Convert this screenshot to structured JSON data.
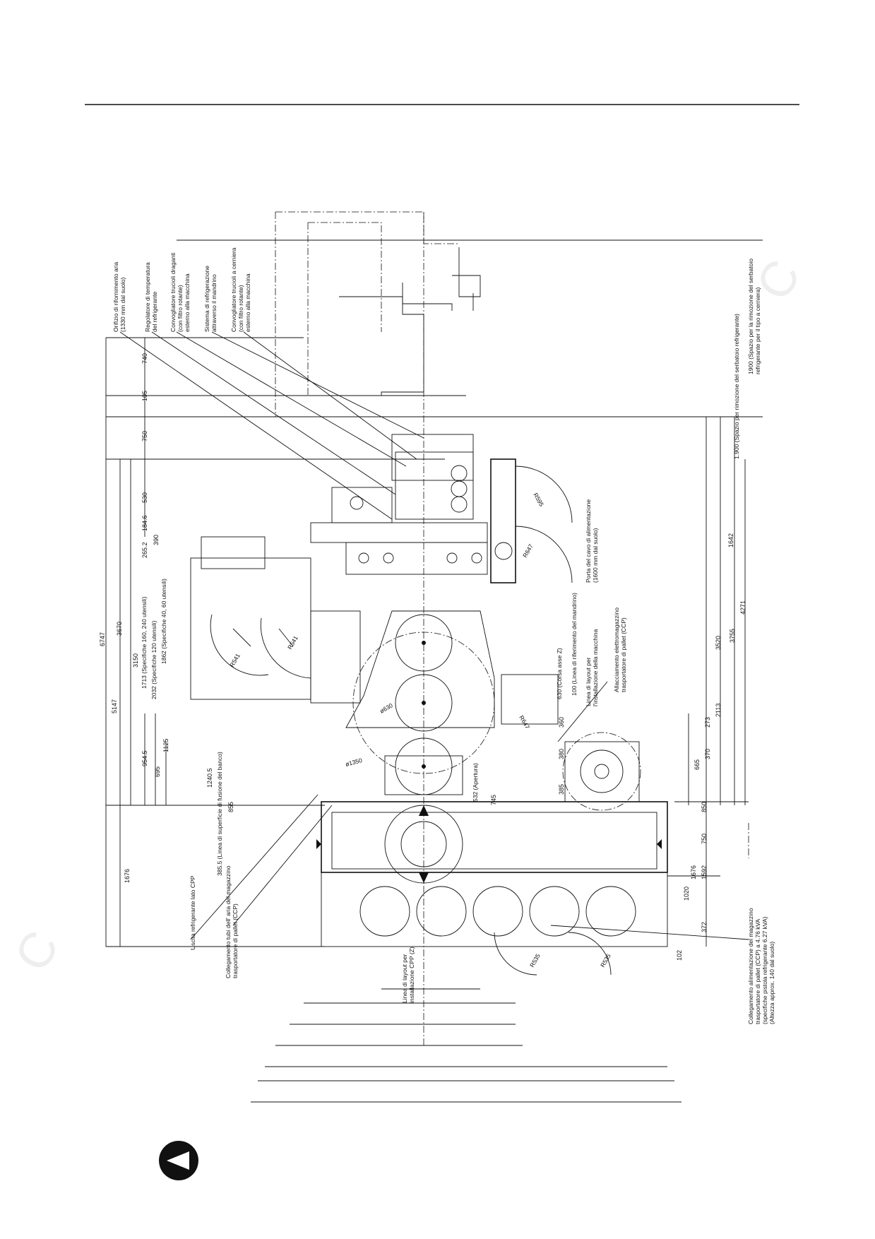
{
  "watermarks": [
    "C",
    "C"
  ],
  "callouts_left": [
    "Orifizio di rifornimento aria",
    "(1330 mm dal suolo)",
    "Regolatore di temperatura",
    "del refrigerante",
    "Convogliatore trucioli draganti",
    "(con filtro rotante)",
    "esterno alla macchina",
    "Sistema di refrigerazione",
    "attraverso il mandrino",
    "Convogliatore trucioli a cerniera",
    "(con filtro rotante)",
    "esterno alla macchina"
  ],
  "callouts_bottom": [
    "Uscita refrigerante lato CPP",
    "Collegamento tubi dell' aria del magazzino",
    "trasportatore di pallet (CCP)",
    "385.5 (Linea di superficie di fusione del banco)",
    "Linea di layout per",
    "installazione CPP (Z)",
    "Collegamento alimentazione del magazzino",
    "trasportatore di pallet (CCP) a 4.76 kVA",
    "(specifiche pistola refrigerante 6.27 kVA)",
    "(Altezza approx. 140 dal suolo)"
  ],
  "callouts_right": [
    "1.900 (Spazio per rimozione del serbatoio refrigerante)",
    "1900 (Spazio per la rimozione del serbatoio",
    "refrigerante per il tipo a cerniera)",
    "Porta del cavo di alimentazione",
    "(1600 mm dal suolo)",
    "100 (Linea di riferimento del mandrino)",
    "630 (Corsa asse Z)",
    "Linea di layout per",
    "l'installazione della macchina",
    "Allacciamento elettromagazzino",
    "trasportatore di pallet (CCP)"
  ],
  "inner_labels": [
    "1713 (Specifiche 160, 240 utensili)",
    "2032 (Specifiche 120 utensili)",
    "1862 (Specifiche 40, 60 utensili)",
    "532 (Apertura)",
    "R541",
    "R541",
    "R595",
    "R647",
    "R647",
    "ø630",
    "ø1350",
    "R535",
    "R535",
    "1240.5"
  ],
  "dims_left": [
    "6747",
    "5147",
    "3670",
    "3150",
    "1676",
    "954.5",
    "695",
    "1125",
    "740",
    "105",
    "750",
    "530",
    "265.2",
    "184.6",
    "390",
    "855",
    "745"
  ],
  "dims_right": [
    "4271",
    "3755",
    "3520",
    "2113",
    "1642",
    "273",
    "370",
    "665",
    "360",
    "380",
    "385",
    "850",
    "750",
    "1676",
    "1592",
    "1020",
    "372",
    "102"
  ],
  "logo_name": "direction-arrow-logo"
}
